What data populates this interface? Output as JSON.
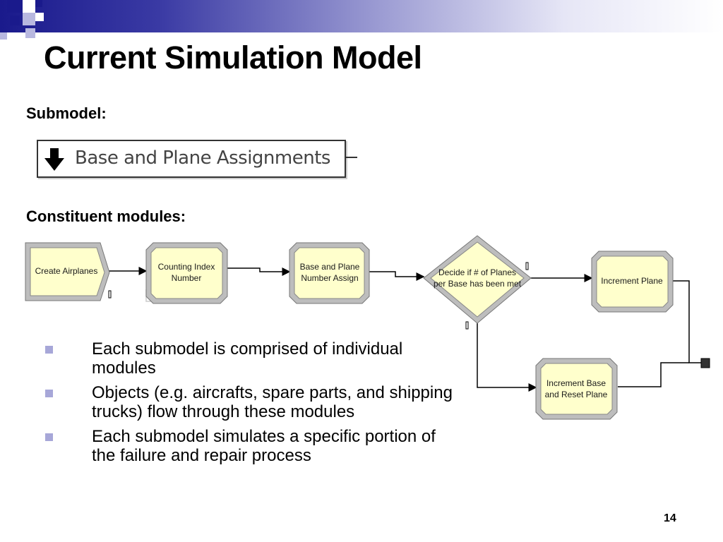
{
  "slide": {
    "title": "Current Simulation Model",
    "submodel_label": "Submodel:",
    "modules_label": "Constituent modules:",
    "page_number": "14"
  },
  "submodel": {
    "name": "Base and Plane Assignments",
    "icon": "down-arrow-icon"
  },
  "modules": {
    "create": "Create Airplanes",
    "counting_1": "Counting Index",
    "counting_2": "Number",
    "assign_1": "Base and Plane",
    "assign_2": "Number Assign",
    "decide_1": "Decide if # of Planes",
    "decide_2": "per Base has been met",
    "increment_plane": "Increment Plane",
    "increment_base_1": "Increment Base",
    "increment_base_2": "and Reset Plane"
  },
  "bullets": [
    "Each submodel is comprised of individual modules",
    "Objects (e.g. aircrafts, spare parts, and shipping trucks) flow through these modules",
    "Each submodel simulates a specific portion of the failure and repair process"
  ],
  "colors": {
    "header_dark": "#1a1a8c",
    "module_fill": "#ffffcc",
    "module_bevel": "#bdbdbd",
    "bullet": "#a7a7d8"
  }
}
